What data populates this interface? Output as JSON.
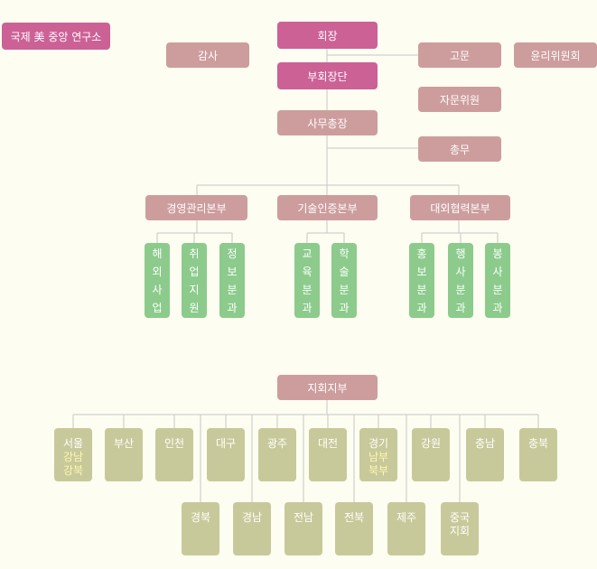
{
  "institute": "국제 美 중앙 연구소",
  "president": "회장",
  "auditor": "감사",
  "advisor": "고문",
  "ethics": "윤리위원회",
  "vice": "부회장단",
  "consult": "자문위원",
  "secretary": "사무총장",
  "general": "총무",
  "hq": [
    {
      "name": "경영관리본부",
      "divisions": [
        "해외사업",
        "취업지원",
        "정보분과"
      ]
    },
    {
      "name": "기술인증본부",
      "divisions": [
        "교육분과",
        "학술분과"
      ]
    },
    {
      "name": "대외협력본부",
      "divisions": [
        "홍보분과",
        "행사분과",
        "봉사분과"
      ]
    }
  ],
  "branch_hq": "지회지부",
  "branches_top": [
    {
      "name": "서울",
      "sub": [
        "강남",
        "강북"
      ]
    },
    {
      "name": "부산"
    },
    {
      "name": "인천"
    },
    {
      "name": "대구"
    },
    {
      "name": "광주"
    },
    {
      "name": "대전"
    },
    {
      "name": "경기",
      "sub": [
        "남부",
        "북부"
      ]
    },
    {
      "name": "강원"
    },
    {
      "name": "충남"
    },
    {
      "name": "충북"
    }
  ],
  "branches_bottom": [
    {
      "name": "경북"
    },
    {
      "name": "경남"
    },
    {
      "name": "전남"
    },
    {
      "name": "전북"
    },
    {
      "name": "제주"
    },
    {
      "name": "중국",
      "sub2": "지회"
    }
  ],
  "colors": {
    "magenta": "#cc6196",
    "rose": "#cd9d9d",
    "green": "#8ccb8c",
    "olive": "#c8c99a",
    "line": "#c8c8c8",
    "background": "#fdfdf1"
  }
}
